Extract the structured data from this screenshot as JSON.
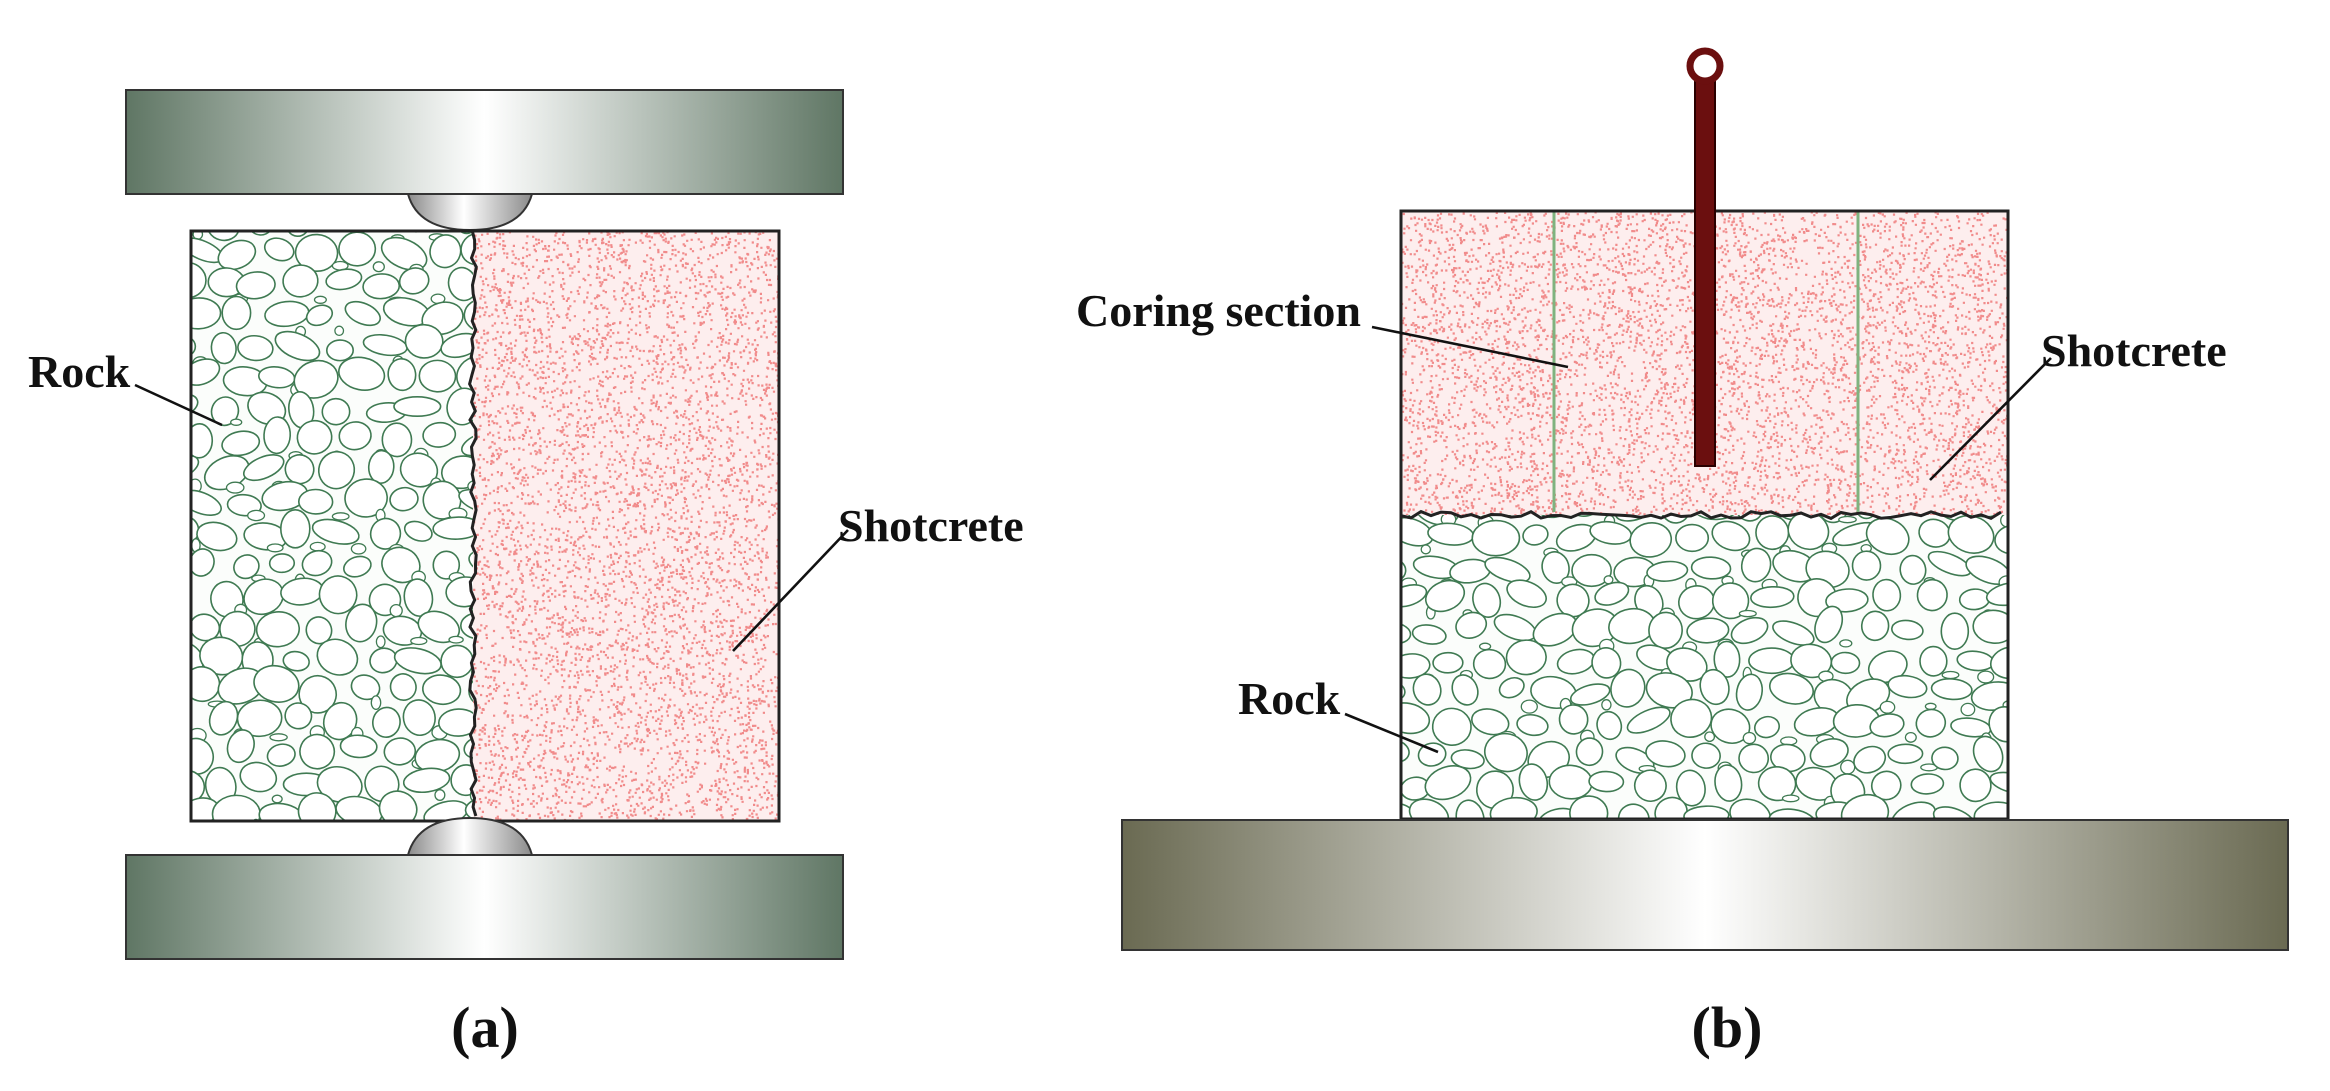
{
  "panel_a": {
    "rock_label": "Rock",
    "shotcrete_label": "Shotcrete",
    "caption": "(a)"
  },
  "panel_b": {
    "coring_label": "Coring section",
    "shotcrete_label": "Shotcrete",
    "rock_label": "Rock",
    "caption": "(b)"
  },
  "colors": {
    "shotcrete_fill": "#fdeeee",
    "shotcrete_speckle": "#e83a3a",
    "rock_fill": "#fbfdfb",
    "rock_stroke": "#3f7a52",
    "platen_edge": "#5f7664",
    "plate_edge": "#6a6a52",
    "rod": "#6b0f0f",
    "coring_line": "#7fb37f"
  }
}
